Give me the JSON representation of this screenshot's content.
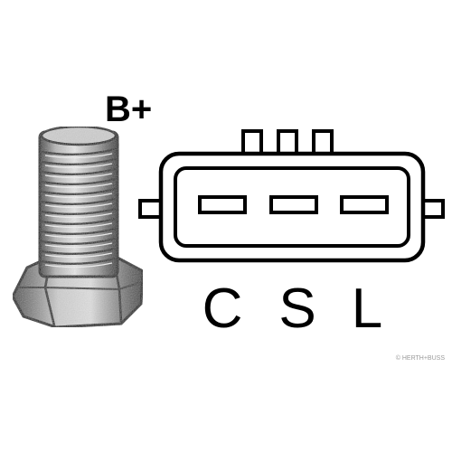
{
  "terminal": {
    "label": "B+"
  },
  "connector": {
    "pins": [
      "C",
      "S",
      "L"
    ]
  },
  "watermark": "© HERTH+BUSS",
  "colors": {
    "ink": "#000000",
    "background": "#ffffff",
    "thread": "#8a8a8a"
  }
}
